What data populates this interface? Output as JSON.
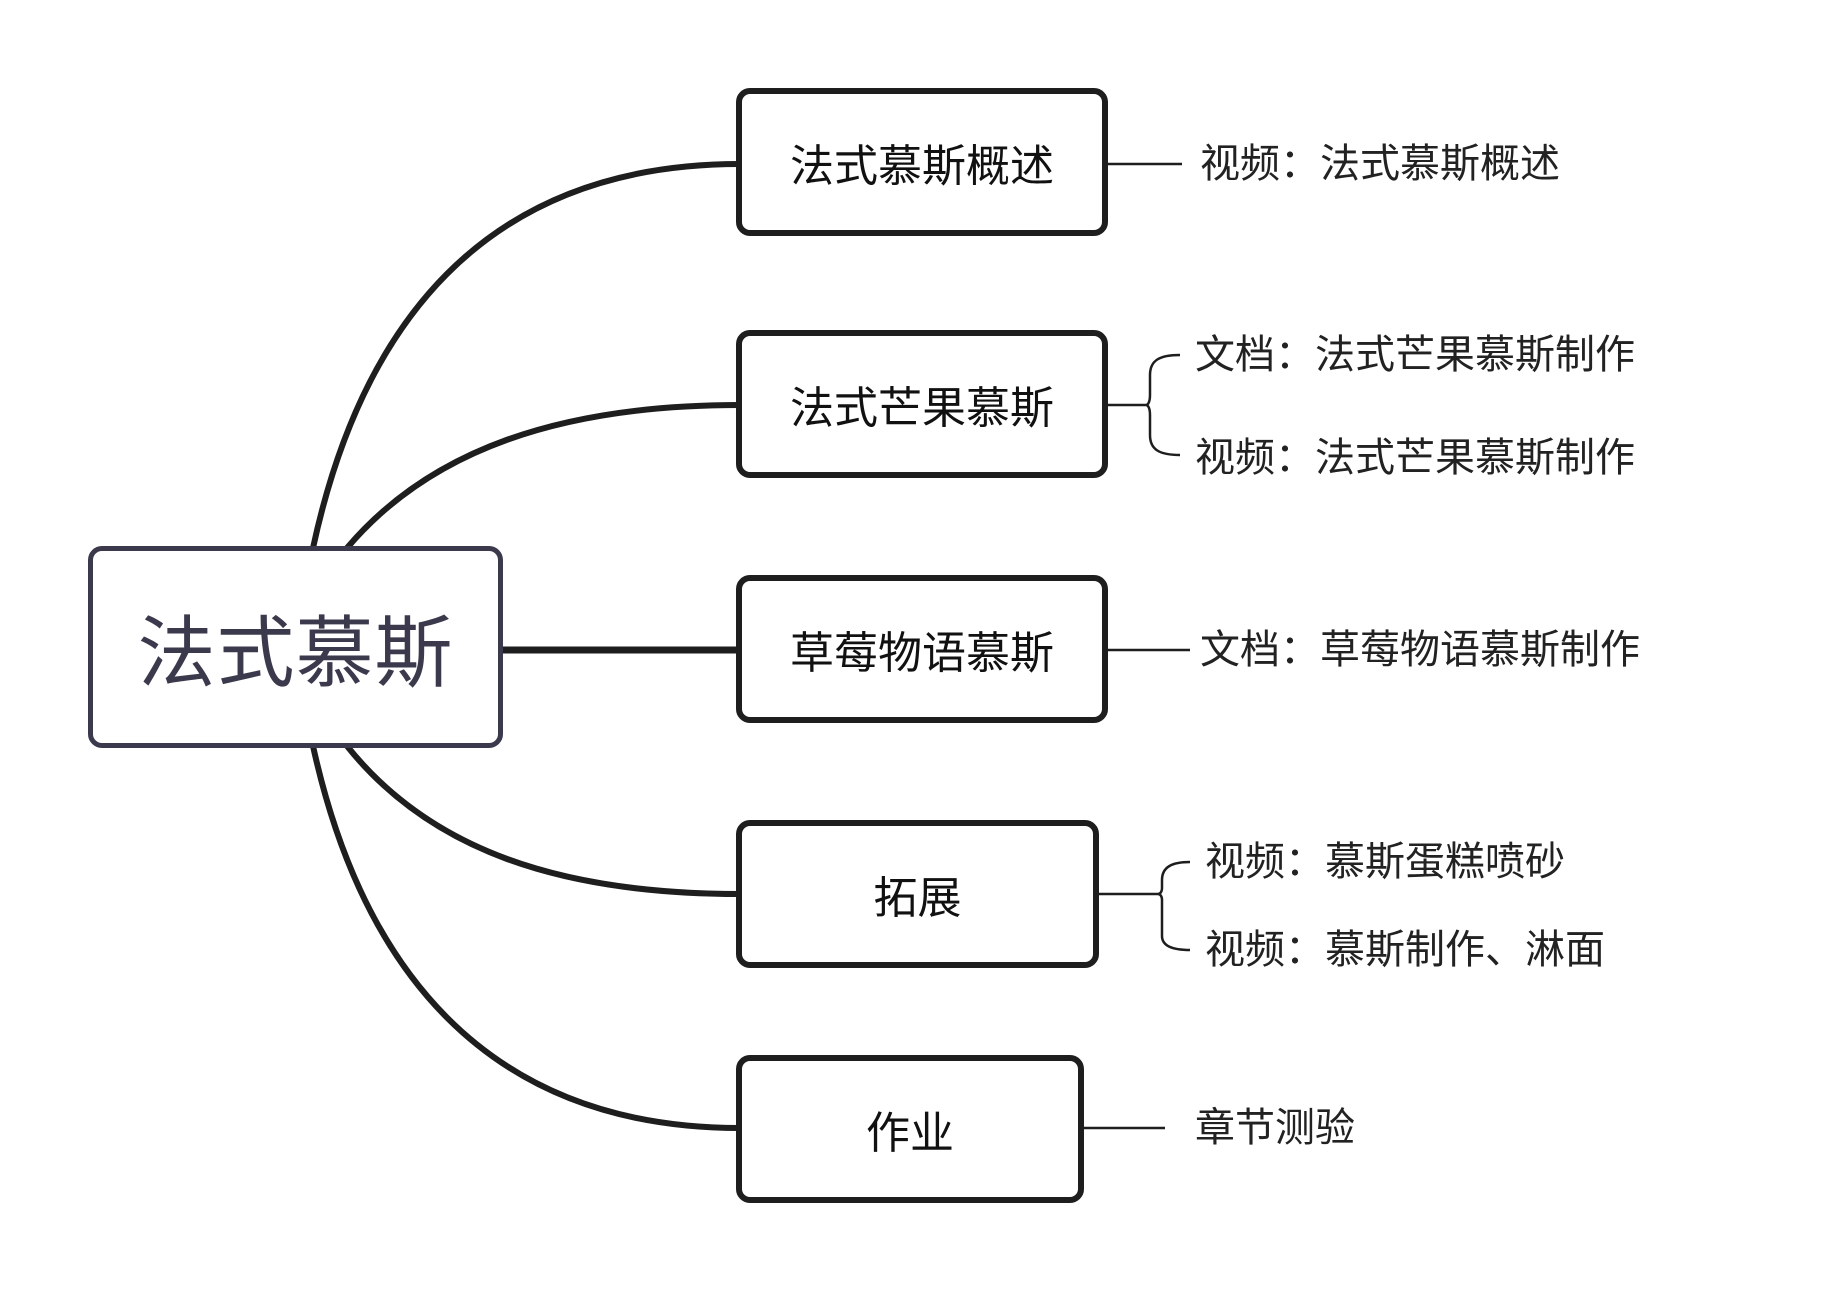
{
  "root": {
    "label": "法式慕斯"
  },
  "branches": [
    {
      "label": "法式慕斯概述",
      "children": [
        "视频：法式慕斯概述"
      ]
    },
    {
      "label": "法式芒果慕斯",
      "children": [
        "文档：法式芒果慕斯制作",
        "视频：法式芒果慕斯制作"
      ]
    },
    {
      "label": "草莓物语慕斯",
      "children": [
        "文档：草莓物语慕斯制作"
      ]
    },
    {
      "label": "拓展",
      "children": [
        "视频：慕斯蛋糕喷砂",
        "视频：慕斯制作、淋面"
      ]
    },
    {
      "label": "作业",
      "children": [
        "章节测验"
      ]
    }
  ],
  "colors": {
    "root_border": "#3b3a4d",
    "line": "#1e1e1e",
    "text": "#111111"
  }
}
